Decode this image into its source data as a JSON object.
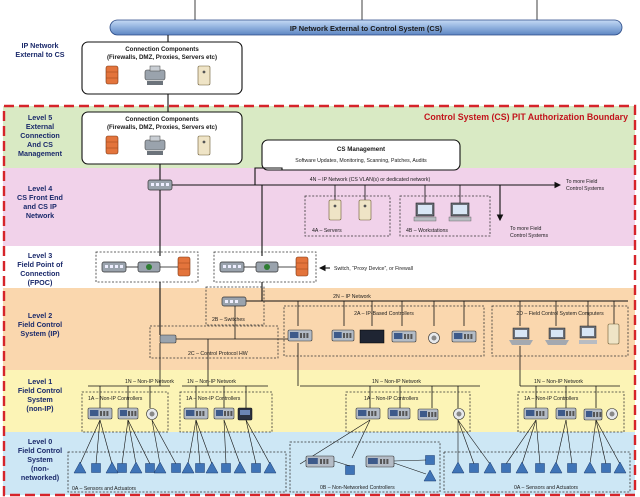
{
  "title": "IP Network External to Control System (CS)",
  "boundary_title": "Control System (CS) PIT Authorization Boundary",
  "levels": {
    "ip": [
      "IP Network",
      "External to CS"
    ],
    "l5": [
      "Level 5",
      "External",
      "Connection",
      "And CS",
      "Management"
    ],
    "l4": [
      "Level 4",
      "CS Front End",
      "and CS IP",
      "Network"
    ],
    "l3": [
      "Level 3",
      "Field Point of",
      "Connection",
      "(FPOC)"
    ],
    "l2": [
      "Level 2",
      "Field Control",
      "System (IP)"
    ],
    "l1": [
      "Level 1",
      "Field Control",
      "System",
      "(non-IP)"
    ],
    "l0": [
      "Level 0",
      "Field Control",
      "System",
      "(non-",
      "networked)"
    ]
  },
  "boxes": {
    "conn_ext": [
      "Connection Components",
      "(Firewalls, DMZ, Proxies, Servers etc)"
    ],
    "conn_l5": [
      "Connection Components",
      "(Firewalls, DMZ, Proxies, Servers etc)"
    ],
    "cs_mgmt": "CS Management",
    "cs_mgmt_sub": "Software Updates, Monitoring, Scanning, Patches, Audits",
    "servers": "4A – Servers",
    "workstations": "4B – Workstations",
    "switches_2b": "2B – Switches",
    "ctrl_hw_2c": "2C – Control Protocol HW",
    "ip_ctrl_2a": "2A – IP-Based Controllers",
    "fcs_comp_2d": "2D – Field Control System Computers",
    "ctrl_1a": "1A – Non-IP Controllers",
    "sensors_0a": "0A – Sensors and Actuators",
    "nonnet_0b": "0B – Non-Networked Controllers"
  },
  "labels": {
    "l4_network": "4N – IP Network (CS VLAN(s) or dedicated network)",
    "more1": [
      "To more Field",
      "Control Systems"
    ],
    "more2": [
      "To more Field",
      "Control Systems"
    ],
    "fpoc_arrow": "Switch, “Proxy Device”, or Firewall",
    "ip_2n": "2N – IP Network",
    "nonip_1n": "1N – Non-IP Network"
  },
  "colors": {
    "band_ip": "#ffffff",
    "band_l5": "#d9eac4",
    "band_l4": "#f1d2ea",
    "band_l3": "#ffffff",
    "band_l2": "#fad7ae",
    "band_l1": "#fcf4b6",
    "band_l0": "#cde7f5",
    "boundary": "#d6242a",
    "title_bar": "#93b4e0",
    "firewall": "#e3743c",
    "sensor": "#3f74b7"
  }
}
